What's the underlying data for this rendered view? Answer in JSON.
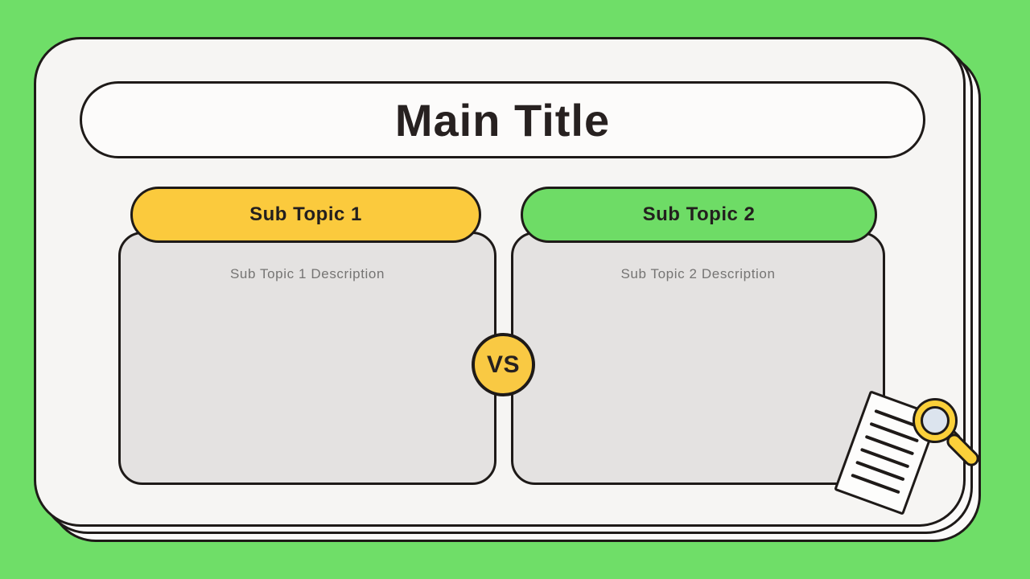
{
  "slide": {
    "title": "Main Title",
    "columns": [
      {
        "label": "Sub Topic 1",
        "description": "Sub Topic 1 Description",
        "accent_color": "#FBCA3D"
      },
      {
        "label": "Sub Topic 2",
        "description": "Sub Topic 2 Description",
        "accent_color": "#6EDC66"
      }
    ],
    "divider_badge": "VS"
  },
  "colors": {
    "background_green": "#6FDE68",
    "card_white": "#F6F5F3",
    "panel_gray": "#E4E2E1",
    "yellow_accent": "#FBCA3D",
    "green_accent": "#6EDC66",
    "badge_yellow": "#F9C943",
    "outline_black": "#1E1A18",
    "description_gray": "#757473",
    "lens_blue": "#DCE4EE"
  },
  "icons": {
    "document_icon": "document-with-text-lines",
    "magnifier_icon": "magnifying-glass"
  }
}
